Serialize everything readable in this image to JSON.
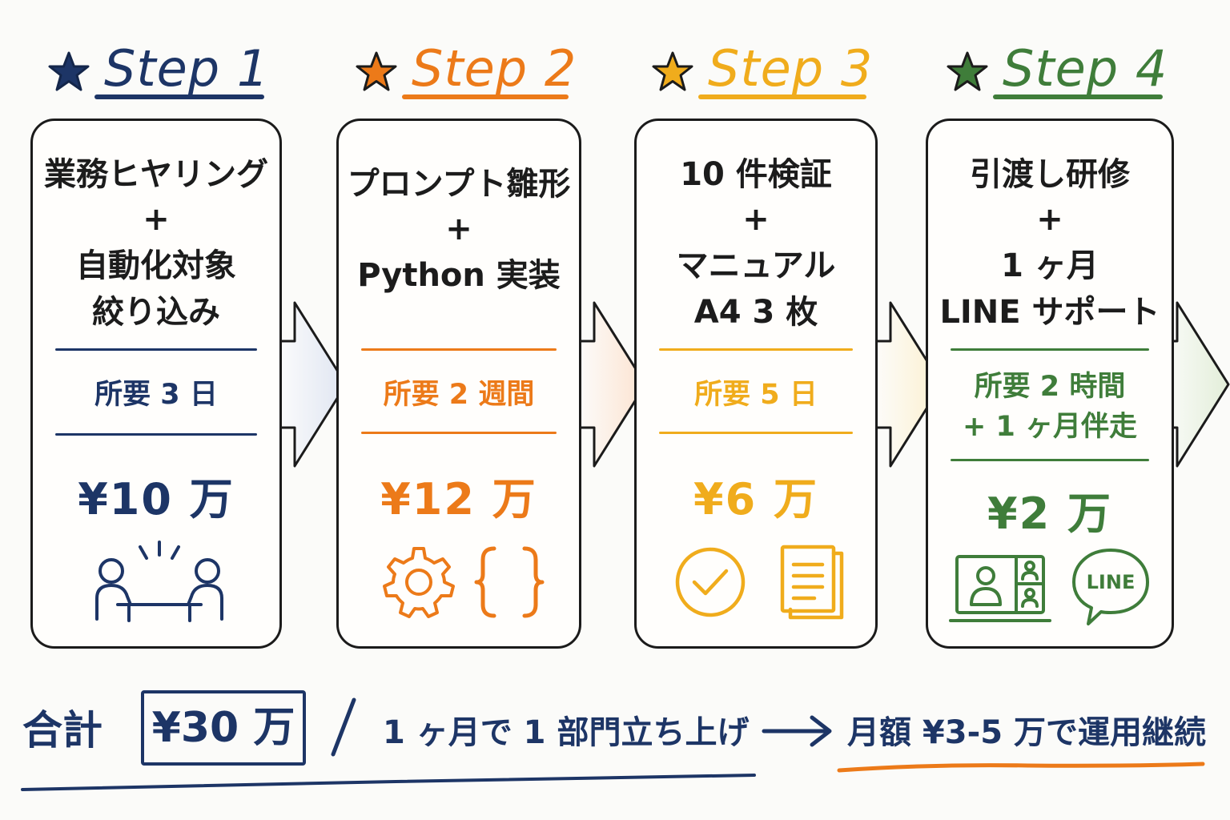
{
  "steps": [
    {
      "title": "Step 1",
      "color": "#1d3566",
      "lines": [
        "業務ヒヤリング",
        "+",
        "自動化対象",
        "絞り込み"
      ],
      "duration": [
        "所要 3 日"
      ],
      "price": "¥10 万",
      "icons": [
        "meeting-icon"
      ]
    },
    {
      "title": "Step 2",
      "color": "#ec7a19",
      "lines": [
        "プロンプト雛形",
        "+",
        "Python 実装"
      ],
      "duration": [
        "所要 2 週間"
      ],
      "price": "¥12 万",
      "icons": [
        "gear-icon",
        "code-braces-icon"
      ]
    },
    {
      "title": "Step 3",
      "color": "#f0ac1c",
      "lines": [
        "10 件検証",
        "+",
        "マニュアル",
        "A4 3 枚"
      ],
      "duration": [
        "所要 5 日"
      ],
      "price": "¥6 万",
      "icons": [
        "check-circle-icon",
        "document-icon"
      ]
    },
    {
      "title": "Step 4",
      "color": "#3f7d3a",
      "lines": [
        "引渡し研修",
        "+",
        "1 ヶ月",
        "LINE サポート"
      ],
      "duration": [
        "所要 2 時間",
        "+ 1 ヶ月伴走"
      ],
      "price": "¥2 万",
      "icons": [
        "video-call-icon",
        "line-chat-icon"
      ],
      "line_badge": "LINE"
    }
  ],
  "summary": {
    "total_label": "合計",
    "total_value": "¥30 万",
    "tagline": "1 ヶ月で 1 部門立ち上げ",
    "monthly": "月額 ¥3-5 万で運用継続"
  }
}
